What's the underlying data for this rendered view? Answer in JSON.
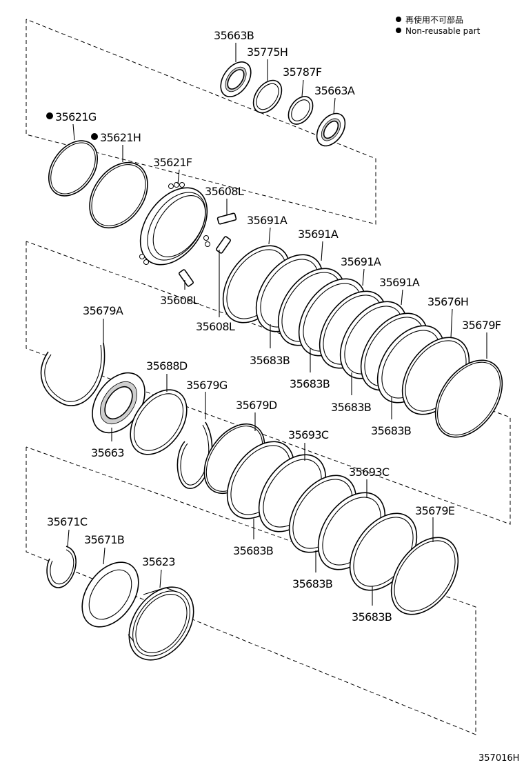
{
  "legend": [
    {
      "label": "再使用不可部品"
    },
    {
      "label": "Non-reusable part"
    }
  ],
  "diagram_code": "357016H",
  "parts": [
    {
      "id": "p35663B",
      "number": "35663B"
    },
    {
      "id": "p35775H",
      "number": "35775H"
    },
    {
      "id": "p35787F",
      "number": "35787F"
    },
    {
      "id": "p35663A",
      "number": "35663A"
    },
    {
      "id": "p35621G",
      "number": "35621G",
      "non_reusable": true
    },
    {
      "id": "p35621H",
      "number": "35621H",
      "non_reusable": true
    },
    {
      "id": "p35621F",
      "number": "35621F"
    },
    {
      "id": "p35608L_a",
      "number": "35608L"
    },
    {
      "id": "p35608L_b",
      "number": "35608L"
    },
    {
      "id": "p35608L_c",
      "number": "35608L"
    },
    {
      "id": "p35691A_a",
      "number": "35691A"
    },
    {
      "id": "p35691A_b",
      "number": "35691A"
    },
    {
      "id": "p35691A_c",
      "number": "35691A"
    },
    {
      "id": "p35691A_d",
      "number": "35691A"
    },
    {
      "id": "p35676H",
      "number": "35676H"
    },
    {
      "id": "p35679F",
      "number": "35679F"
    },
    {
      "id": "p35679A",
      "number": "35679A"
    },
    {
      "id": "p35683B_a",
      "number": "35683B"
    },
    {
      "id": "p35683B_b",
      "number": "35683B"
    },
    {
      "id": "p35683B_c",
      "number": "35683B"
    },
    {
      "id": "p35683B_d",
      "number": "35683B"
    },
    {
      "id": "p35688D",
      "number": "35688D"
    },
    {
      "id": "p35679G",
      "number": "35679G"
    },
    {
      "id": "p35679D",
      "number": "35679D"
    },
    {
      "id": "p35693C_a",
      "number": "35693C"
    },
    {
      "id": "p35693C_b",
      "number": "35693C"
    },
    {
      "id": "p35663",
      "number": "35663"
    },
    {
      "id": "p35679E",
      "number": "35679E"
    },
    {
      "id": "p35671C",
      "number": "35671C"
    },
    {
      "id": "p35671B",
      "number": "35671B"
    },
    {
      "id": "p35623",
      "number": "35623"
    },
    {
      "id": "p35683B_e",
      "number": "35683B"
    },
    {
      "id": "p35683B_f",
      "number": "35683B"
    },
    {
      "id": "p35683B_g",
      "number": "35683B"
    }
  ]
}
